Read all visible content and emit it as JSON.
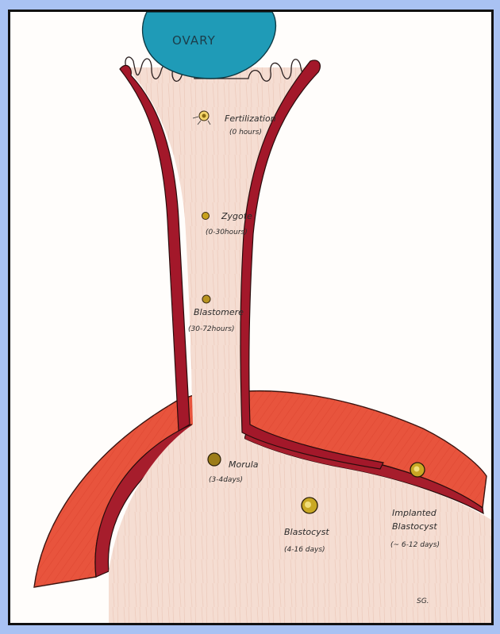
{
  "ovary": {
    "label": "OVARY"
  },
  "stages": [
    {
      "key": "fertilization",
      "name": "Fertilization",
      "time": "(0 hours)"
    },
    {
      "key": "zygote",
      "name": "Zygote",
      "time": "(0-30hours)"
    },
    {
      "key": "blastomere",
      "name": "Blastomere",
      "time": "(30-72hours)"
    },
    {
      "key": "morula",
      "name": "Morula",
      "time": "(3-4days)"
    },
    {
      "key": "blastocyst",
      "name": "Blastocyst",
      "time": "(4-16 days)"
    },
    {
      "key": "implanted",
      "name": "Implanted",
      "name2": "Blastocyst",
      "time": "(~ 6-12 days)"
    }
  ],
  "signature": "SG.",
  "colors": {
    "page_border": "#a9c2f3",
    "ovary": "#1f9bb7",
    "tube_wall": "#a3182a",
    "lumen": "#f4ddd2",
    "uterine_wall": "#e84a35",
    "cell": "#c8a11d"
  }
}
